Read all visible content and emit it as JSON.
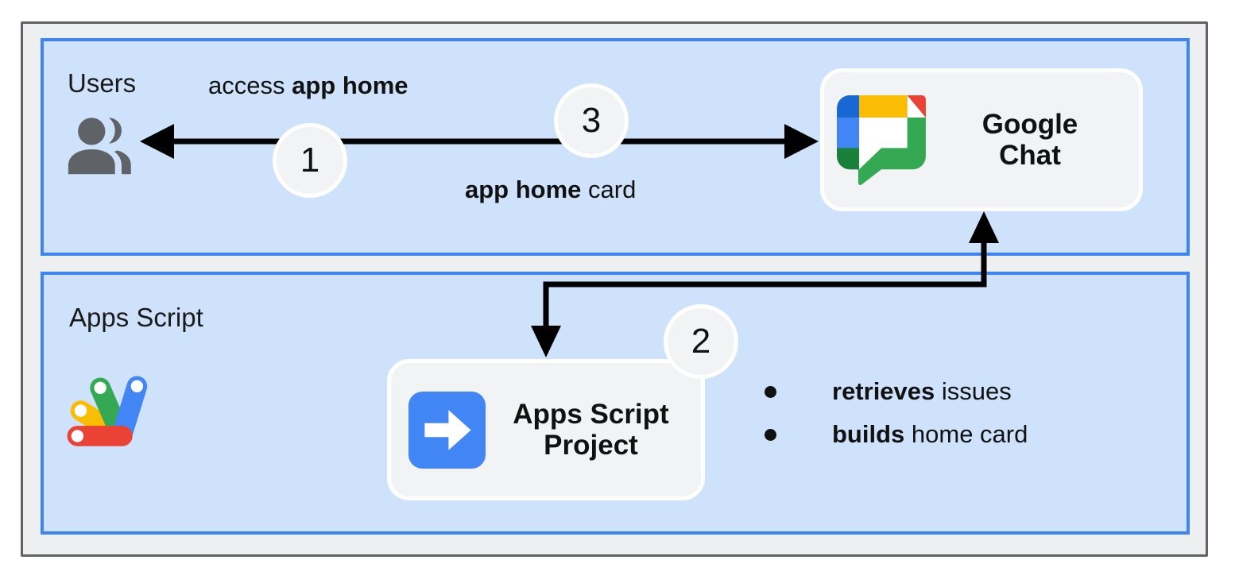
{
  "zones": {
    "users": {
      "label": "Users"
    },
    "apps_script": {
      "label": "Apps Script"
    }
  },
  "nodes": {
    "google_chat": {
      "line1": "Google",
      "line2": "Chat"
    },
    "apps_script_project": {
      "line1": "Apps Script",
      "line2": "Project"
    }
  },
  "steps": {
    "one": "1",
    "two": "2",
    "three": "3"
  },
  "edge_labels": {
    "request": {
      "regular_prefix": "access ",
      "bold": "app home",
      "regular_suffix": ""
    },
    "response": {
      "regular_prefix": "",
      "bold": "app home",
      "regular_suffix": " card"
    }
  },
  "bullets": [
    {
      "bold": "retrieves",
      "regular": " issues"
    },
    {
      "bold": "builds",
      "regular": " home card"
    }
  ],
  "icons": {
    "users": "users-people-icon",
    "google_chat": "google-chat-logo",
    "apps_script": "apps-script-logo",
    "project": "script-arrow-icon"
  },
  "colors": {
    "zone_fill": "#cfe2fc",
    "zone_border": "#3d85f4",
    "frame_fill": "#edeff1",
    "frame_border": "#5f6368",
    "node_fill": "#f1f3f4",
    "node_border": "#ffffff",
    "arrow": "#000000",
    "icon_gray": "#5f6368",
    "google_blue": "#4285f4",
    "google_blue_dark": "#1967d2",
    "google_green": "#34a853",
    "google_green_dark": "#188038",
    "google_yellow": "#fbbc04",
    "google_red": "#ea4335"
  }
}
